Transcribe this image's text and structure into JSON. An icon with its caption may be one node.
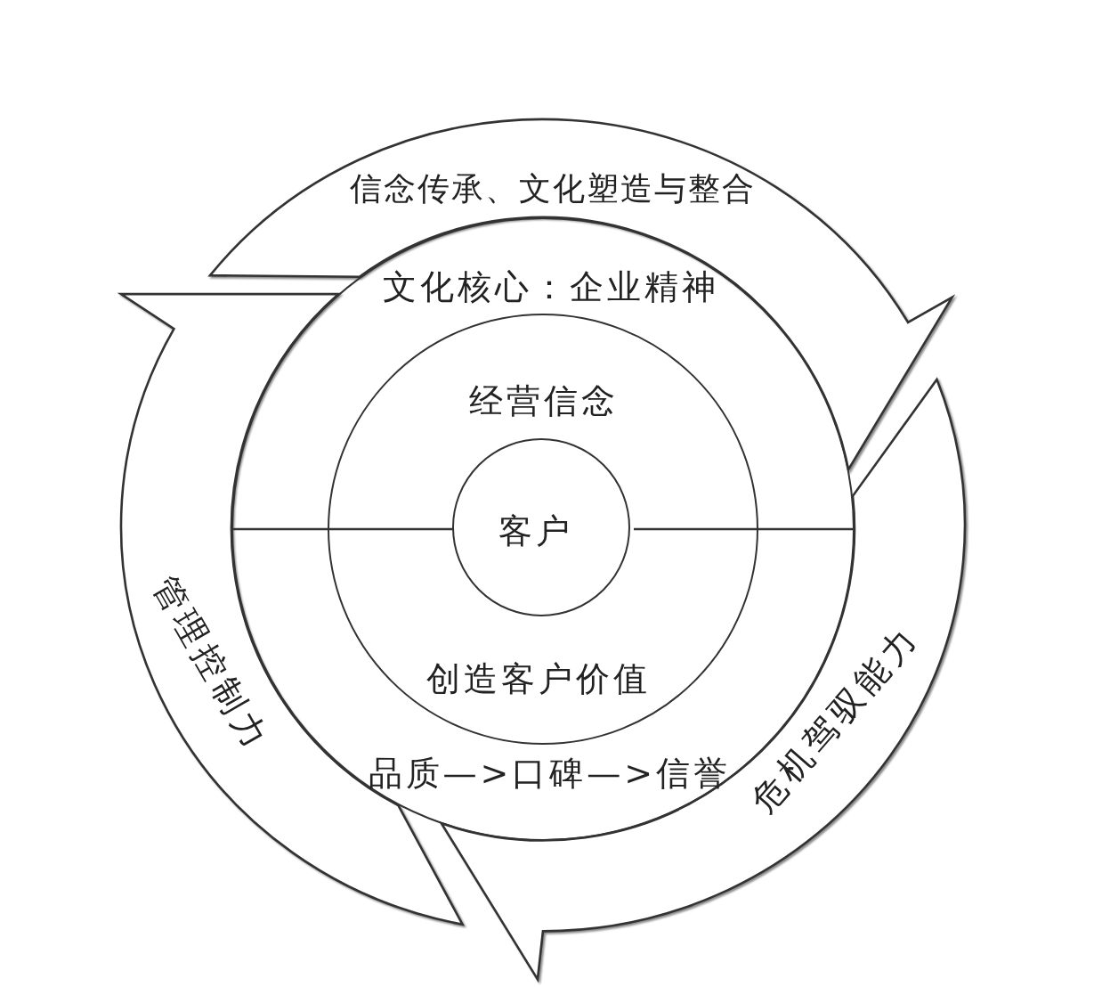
{
  "diagram": {
    "nodes": [
      {
        "text": [
          "信念传承、文化塑造与整合"
        ]
      },
      {
        "text": [
          "文化核心：企业精神",
          "品质—>口碑—>信誉"
        ]
      },
      {
        "text": [
          "经营信念",
          "创造客户价值"
        ],
        "in": 1
      },
      {
        "text": [
          "客户"
        ],
        "in": 2
      },
      {
        "text": [
          "管理控制力"
        ]
      },
      {
        "text": [
          "危机驾驭能力"
        ]
      }
    ]
  }
}
